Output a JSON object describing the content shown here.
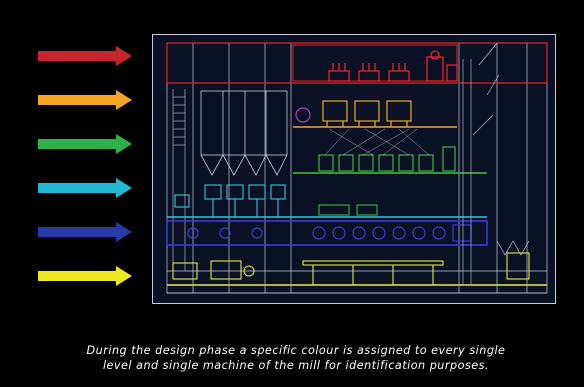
{
  "caption": {
    "line1": "During the design phase a specific colour is assigned to every single",
    "line2": "level and single machine of the mill for identification purposes."
  },
  "level_colors": [
    {
      "level": "top",
      "color": "#e8242c",
      "arrow_color": "#c8242c"
    },
    {
      "level": "second",
      "color": "#f0a830",
      "arrow_color": "#f5a623"
    },
    {
      "level": "third",
      "color": "#3cc83c",
      "arrow_color": "#2cb34a"
    },
    {
      "level": "fourth",
      "color": "#30c8d8",
      "arrow_color": "#22b8d0"
    },
    {
      "level": "fifth",
      "color": "#3a3ae0",
      "arrow_color": "#2a3aa8"
    },
    {
      "level": "ground",
      "color": "#e8e840",
      "arrow_color": "#f0e822"
    }
  ],
  "drawing": {
    "background": "#0b1124",
    "structure_color": "#d8d8e8"
  }
}
